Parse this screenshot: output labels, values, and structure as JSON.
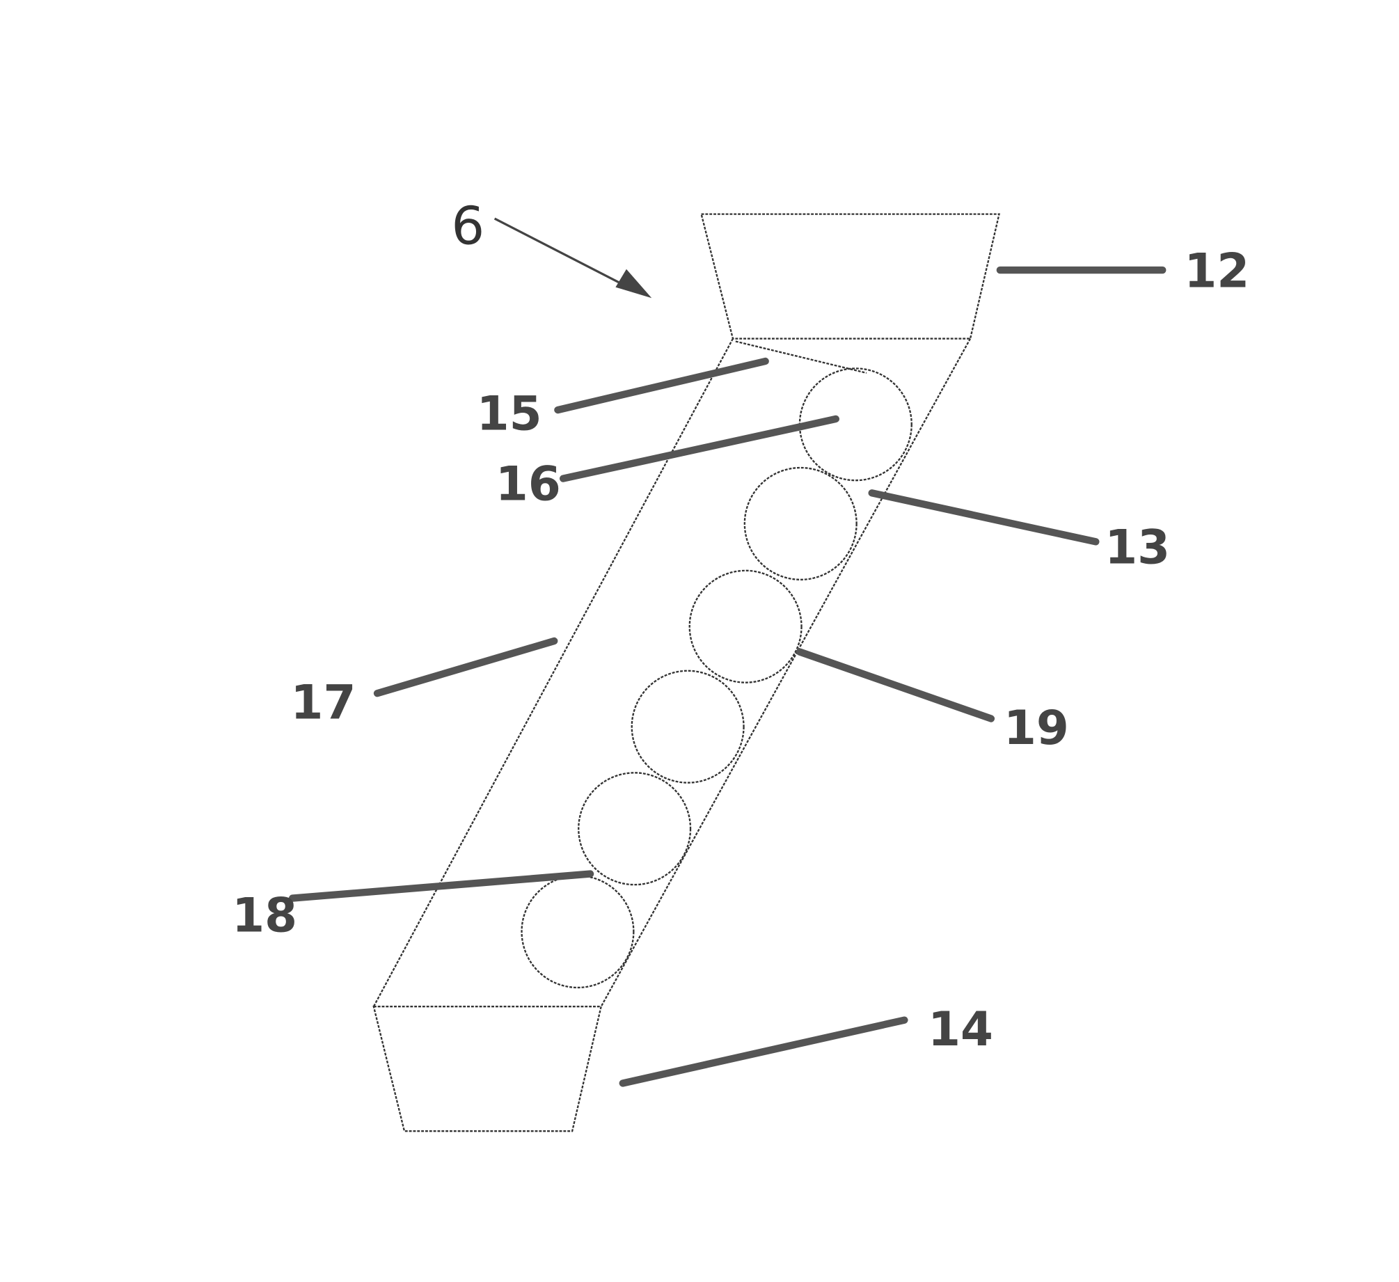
{
  "figure": {
    "type": "patent line drawing",
    "subject": "inclined chute assembly with hopper, tube and roller elements",
    "reference_numerals": [
      {
        "id": "6",
        "label": "6",
        "target": "assembly (arrow)"
      },
      {
        "id": "12",
        "label": "12",
        "target": "upper hopper"
      },
      {
        "id": "13",
        "label": "13",
        "target": "inclined tube right wall"
      },
      {
        "id": "14",
        "label": "14",
        "target": "lower receptacle"
      },
      {
        "id": "15",
        "label": "15",
        "target": "tube inlet"
      },
      {
        "id": "16",
        "label": "16",
        "target": "first roller"
      },
      {
        "id": "17",
        "label": "17",
        "target": "inclined tube left wall"
      },
      {
        "id": "18",
        "label": "18",
        "target": "lower roller"
      },
      {
        "id": "19",
        "label": "19",
        "target": "roller contact"
      }
    ],
    "rollers_count": 6
  }
}
